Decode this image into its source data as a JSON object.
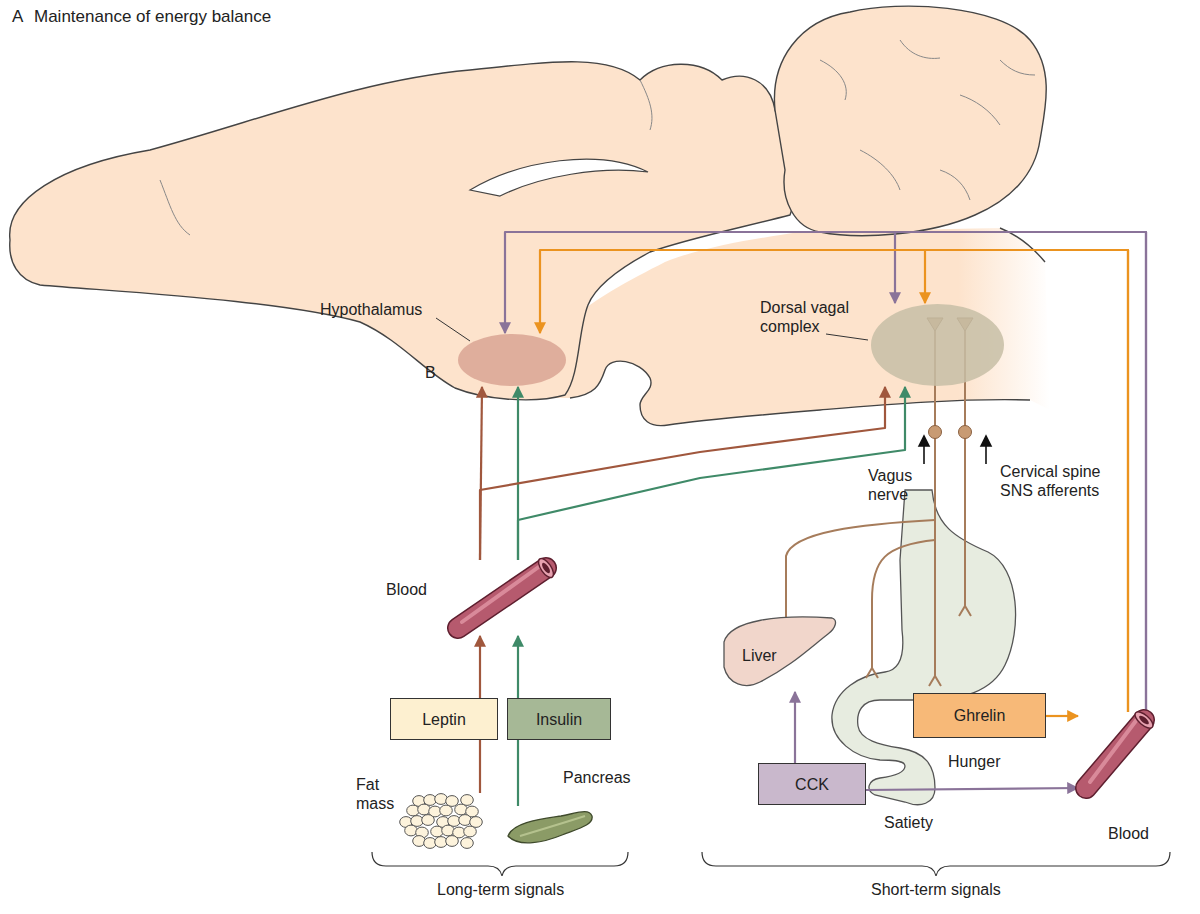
{
  "diagram": {
    "title": "Maintenance of energy balance",
    "nodes": [
      {
        "text": [
          "Hypothalamus"
        ]
      },
      {
        "text": [
          "Dorsal vagal complex"
        ]
      },
      {
        "text": [
          "Leptin"
        ]
      },
      {
        "text": [
          "Insulin"
        ]
      },
      {
        "text": [
          "Fat mass"
        ]
      },
      {
        "text": [
          "Pancreas"
        ]
      },
      {
        "text": [
          "Blood"
        ]
      },
      {
        "text": [
          "Liver"
        ]
      },
      {
        "text": [
          "Ghrelin"
        ]
      },
      {
        "text": [
          "CCK"
        ]
      },
      {
        "text": [
          "Blood"
        ]
      }
    ],
    "edges": [
      {
        "from": 4,
        "to": 2,
        "arrow": "none"
      },
      {
        "from": 5,
        "to": 3,
        "arrow": "none"
      },
      {
        "from": 2,
        "to": 6,
        "arrow": "to"
      },
      {
        "from": 3,
        "to": 6,
        "arrow": "to"
      },
      {
        "from": 6,
        "to": 0,
        "arrow": "to"
      },
      {
        "from": 6,
        "to": 0,
        "arrow": "to"
      },
      {
        "from": 6,
        "to": 1,
        "arrow": "to"
      },
      {
        "from": 6,
        "to": 1,
        "arrow": "to"
      },
      {
        "from": 9,
        "to": 10,
        "arrow": "to"
      },
      {
        "from": 9,
        "to": 7,
        "arrow": "to"
      },
      {
        "from": 8,
        "to": 10,
        "arrow": "to"
      },
      {
        "from": 10,
        "to": 0,
        "arrow": "to"
      },
      {
        "from": 10,
        "to": 1,
        "arrow": "to"
      },
      {
        "from": 10,
        "to": 0,
        "arrow": "to"
      },
      {
        "from": 10,
        "to": 1,
        "arrow": "to"
      }
    ],
    "labels": [
      "A",
      "B",
      "Vagus nerve",
      "Cervical spine SNS afferents",
      "Hunger",
      "Satiety",
      "Long-term signals",
      "Short-term signals"
    ]
  }
}
